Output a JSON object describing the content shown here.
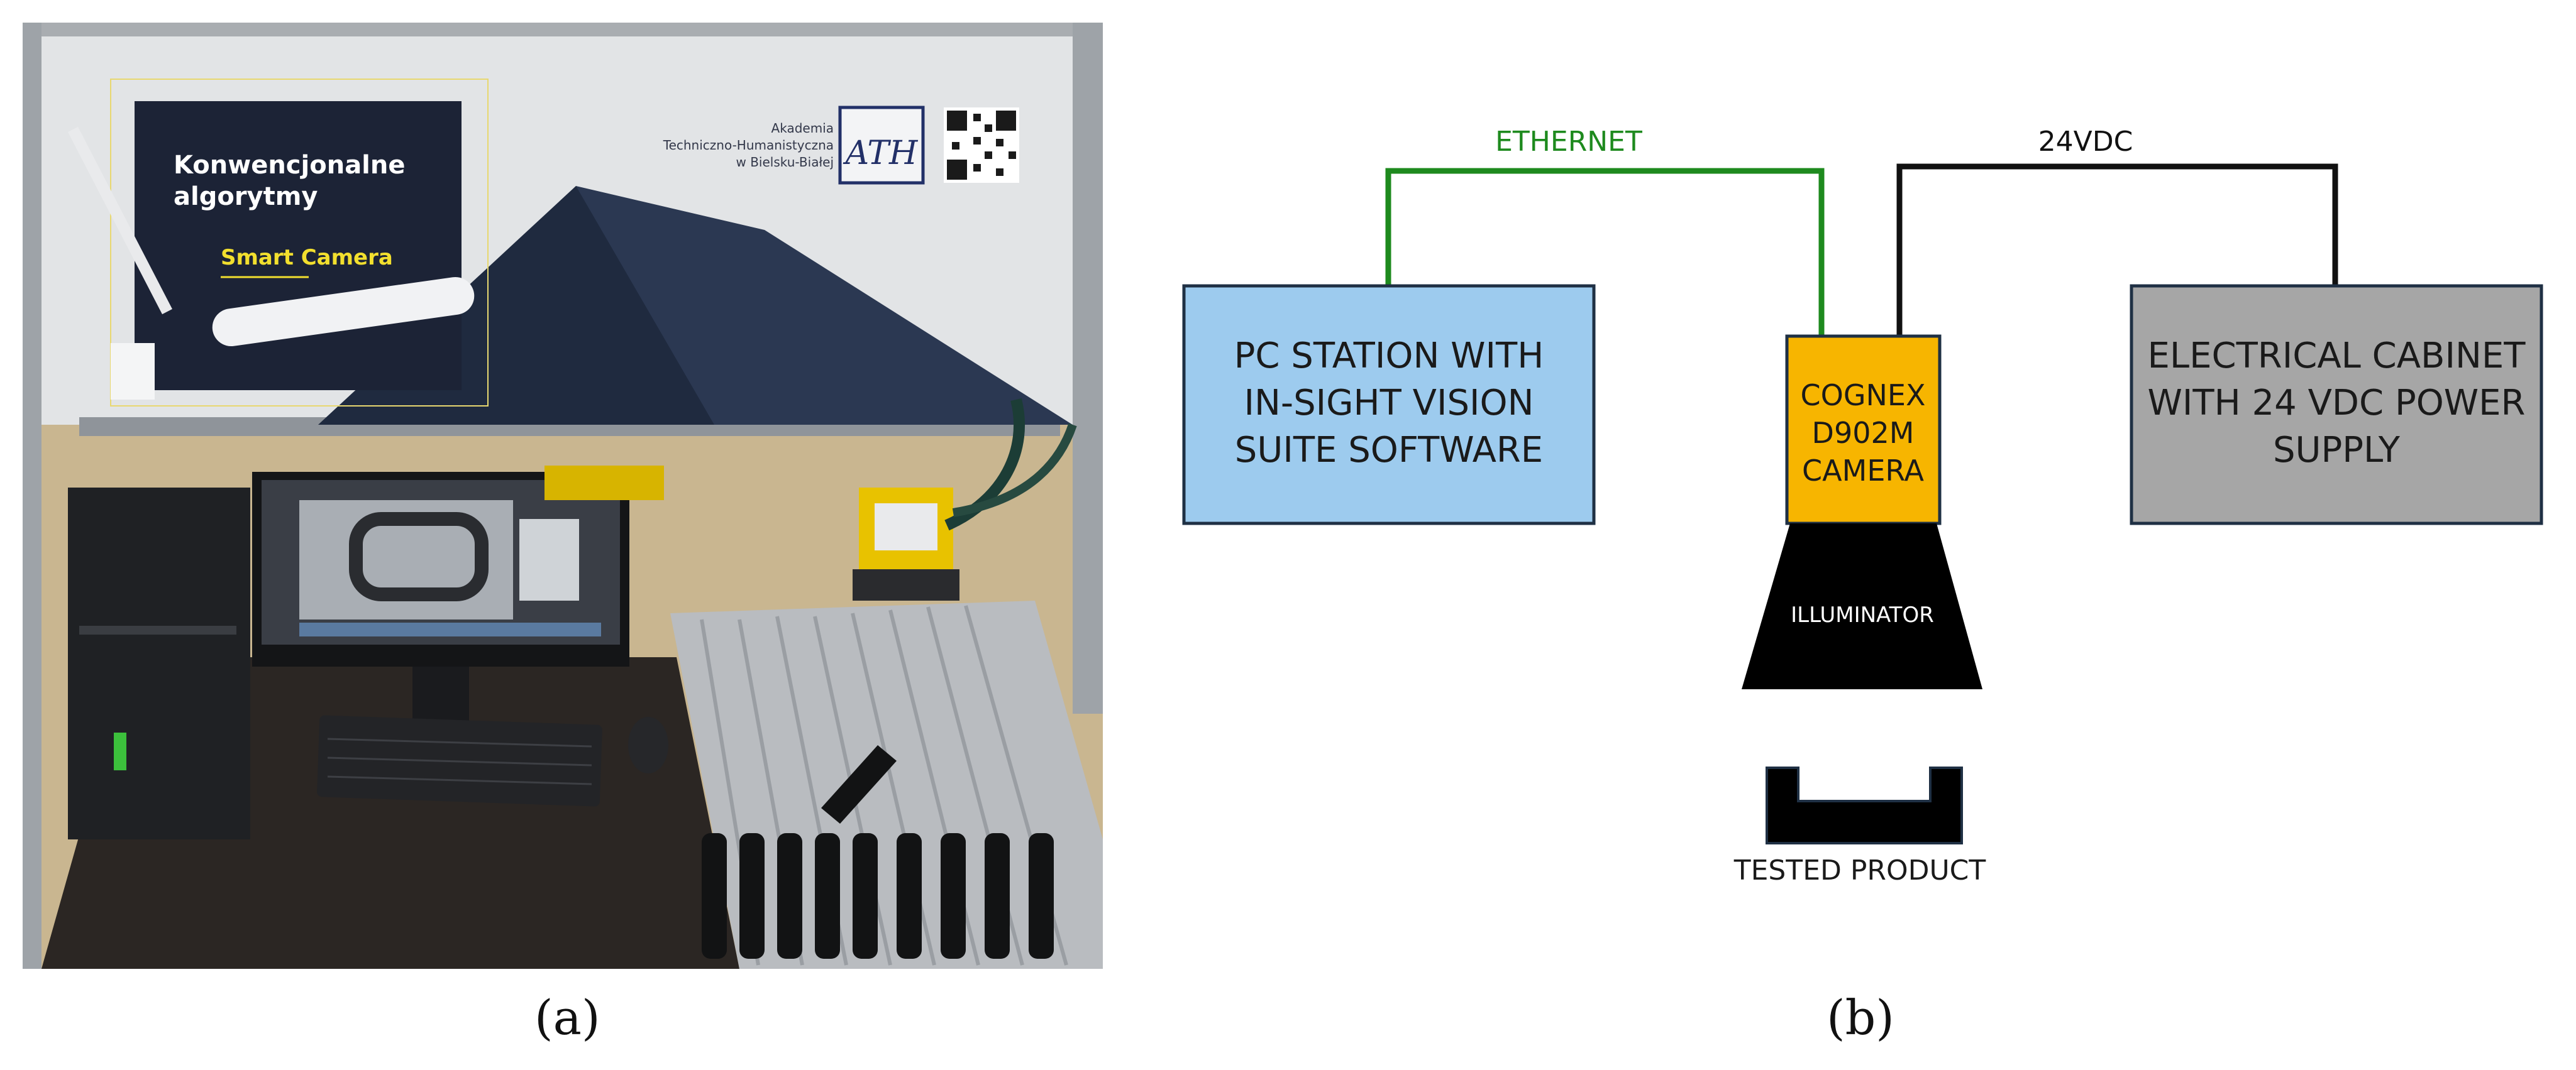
{
  "photo": {
    "poster_title_line1": "Konwencjonalne",
    "poster_title_line2": "algorytmy",
    "poster_subtitle": "Smart Camera",
    "logo_text_line1": "Akademia",
    "logo_text_line2": "Techniczno-Humanistyczna",
    "logo_text_line3": "w Bielsku-Białej",
    "logo_mark": "ATH"
  },
  "diagram": {
    "links": {
      "ethernet": "ETHERNET",
      "power": "24VDC"
    },
    "pc_station": {
      "line1": "PC STATION WITH",
      "line2": "IN-SIGHT VISION",
      "line3": "SUITE SOFTWARE"
    },
    "camera": {
      "line1": "COGNEX",
      "line2": "D902M",
      "line3": "CAMERA"
    },
    "illuminator": "ILLUMINATOR",
    "cabinet": {
      "line1": "ELECTRICAL CABINET",
      "line2": "WITH 24 VDC POWER",
      "line3": "SUPPLY"
    },
    "product": "TESTED PRODUCT"
  },
  "captions": {
    "a": "(a)",
    "b": "(b)"
  },
  "colors": {
    "ethernet_line": "#1e8a1e",
    "power_line": "#111111",
    "pc_box": "#9dcbee",
    "camera_box": "#f7b500",
    "cabinet_box": "#a6a6a6",
    "box_border": "#1f3044"
  }
}
